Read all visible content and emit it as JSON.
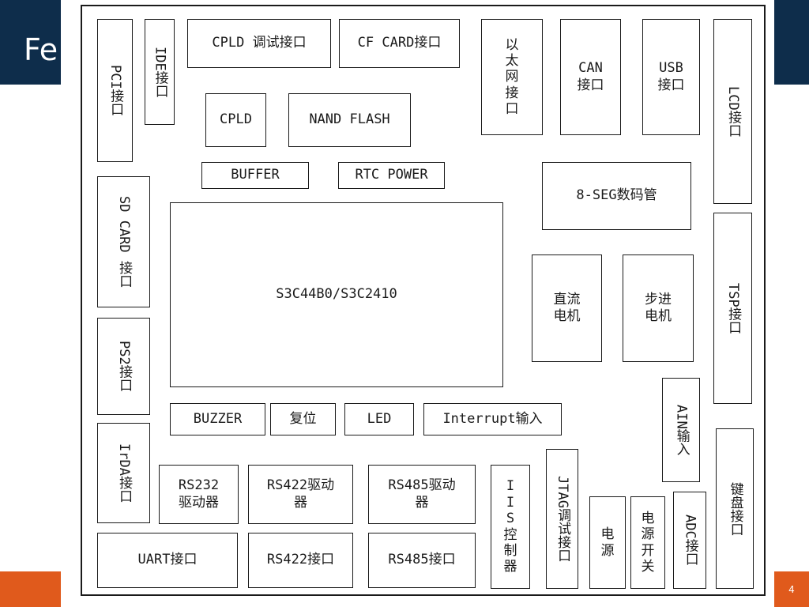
{
  "slide": {
    "title": "Fe",
    "page_number": "4"
  },
  "colors": {
    "header": "#0e2d4b",
    "footer": "#e05a1c",
    "lines": "#1a1a1a"
  },
  "blocks": {
    "pci": "PCI接口",
    "ide": "IDE接口",
    "cpld_debug": "CPLD 调试接口",
    "cf_card": "CF CARD接口",
    "ethernet": "以太网接口",
    "can": "CAN\n接口",
    "usb": "USB\n接口",
    "lcd": "LCD接口",
    "cpld": "CPLD",
    "nand": "NAND FLASH",
    "buffer": "BUFFER",
    "rtc": "RTC POWER",
    "seg": "8-SEG数码管",
    "sd_card": "SD CARD 接口",
    "cpu": "S3C44B0/S3C2410",
    "dc_motor": "直流\n电机",
    "stepper": "步进\n电机",
    "tsp": "TSP接口",
    "ps2": "PS2接口",
    "buzzer": "BUZZER",
    "reset": "复位",
    "led": "LED",
    "interrupt": "Interrupt输入",
    "ain": "AIN输入",
    "irda": "IrDA接口",
    "rs232_drv": "RS232\n驱动器",
    "rs422_drv": "RS422驱动\n器",
    "rs485_drv": "RS485驱动\n器",
    "iis": "IIS控制器",
    "jtag": "JTAG调试接口",
    "keyboard": "键盘接口",
    "uart": "UART接口",
    "rs422_port": "RS422接口",
    "rs485_port": "RS485接口",
    "power": "电源",
    "power_switch": "电源开关",
    "adc": "ADC接口"
  }
}
